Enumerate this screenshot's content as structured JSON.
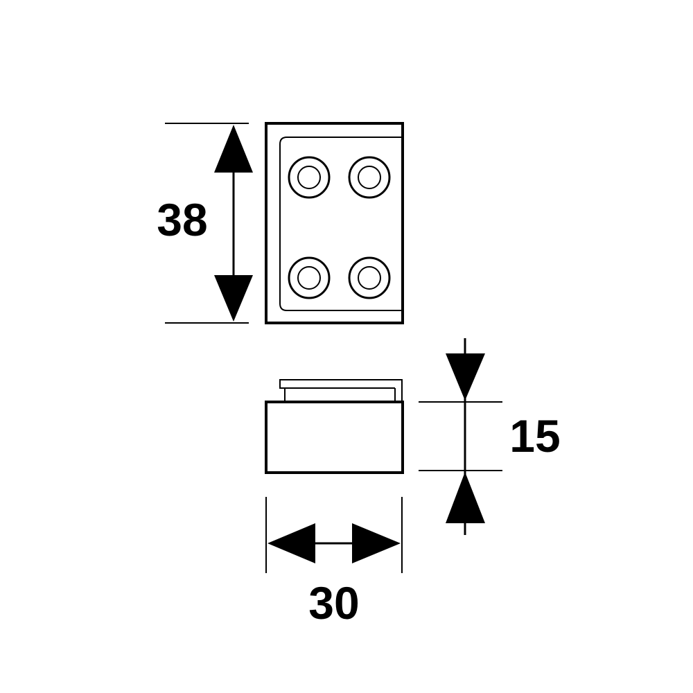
{
  "dimensions": {
    "height": "38",
    "width": "30",
    "thickness": "15"
  },
  "colors": {
    "stroke": "#000000",
    "background": "#ffffff"
  }
}
